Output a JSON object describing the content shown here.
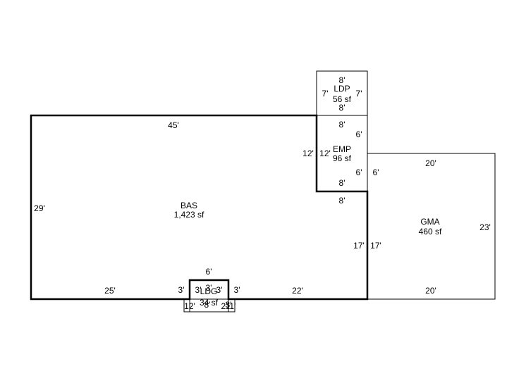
{
  "areas": {
    "bas": {
      "code": "BAS",
      "area": "1,423 sf"
    },
    "ldp": {
      "code": "LDP",
      "area": "56 sf"
    },
    "emp": {
      "code": "EMP",
      "area": "96 sf"
    },
    "gma": {
      "code": "GMA",
      "area": "460 sf"
    },
    "ldg": {
      "code": "LDG",
      "area": "34 sf"
    }
  },
  "dims": {
    "bas_top": "45'",
    "bas_left": "29'",
    "bas_bottom_left": "25'",
    "bas_bottom_right": "22'",
    "bas_step_top": "8'",
    "bas_right": "17'",
    "bas_notch_left": "3'",
    "bas_notch_right": "3'",
    "ldp_top": "8'",
    "ldp_left": "7'",
    "ldp_right": "7'",
    "ldp_bottom": "8'",
    "emp_top": "8'",
    "emp_right_upper": "6'",
    "emp_left_outer": "12'",
    "emp_left_inner": "12'",
    "emp_right_lower": "6'",
    "emp_bottom": "8'",
    "gma_left_upper": "6'",
    "gma_top": "20'",
    "gma_right": "23'",
    "gma_left_lower": "17'",
    "gma_bottom": "20'",
    "ldg_top": "6'",
    "ldg_left": "3'",
    "ldg_inner_left": "3'",
    "ldg_inner_right": "3'",
    "ldg_right": "3'",
    "ldg_bottom_left": "12'",
    "ldg_bottom_mid": "8'",
    "ldg_bottom_right1": "2'",
    "ldg_bottom_right2": "11'"
  }
}
